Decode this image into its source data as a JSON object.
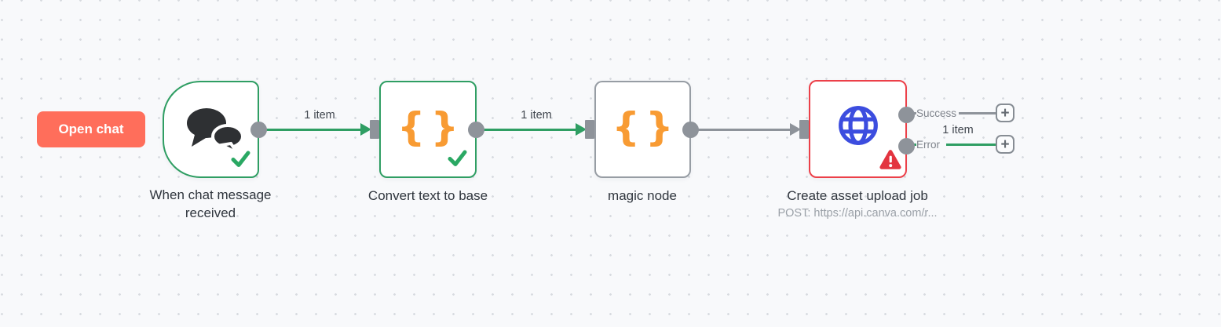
{
  "chat_button": {
    "label": "Open chat",
    "color": "#ff6e5b"
  },
  "nodes": [
    {
      "title": "When chat message received",
      "status": "success",
      "icon": "chat-bubbles-icon"
    },
    {
      "title": "Convert text to base",
      "status": "success",
      "icon": "code-braces-icon",
      "icon_glyph": "{}"
    },
    {
      "title": "magic node",
      "status": "default",
      "icon": "code-braces-icon",
      "icon_glyph": "{}"
    },
    {
      "title": "Create asset upload job",
      "subtitle": "POST: https://api.canva.com/r...",
      "status": "error",
      "icon": "globe-icon"
    }
  ],
  "connections": {
    "c1": {
      "label": "1 item",
      "status": "success"
    },
    "c2": {
      "label": "1 item",
      "status": "success"
    },
    "c3": {
      "label": "",
      "status": "default"
    }
  },
  "outputs": {
    "success_label": "Success",
    "error_label": "Error",
    "error_items_label": "1 item"
  },
  "add_button_glyph": "+",
  "colors": {
    "success_green": "#2f9e63",
    "error_red": "#ec4049",
    "warning_red": "#e3343f",
    "icon_orange": "#f89b33",
    "icon_blue": "#3c4ddf",
    "connector_gray": "#8e939a",
    "button_coral": "#ff6e5b",
    "canvas_bg": "#f8f9fb"
  }
}
